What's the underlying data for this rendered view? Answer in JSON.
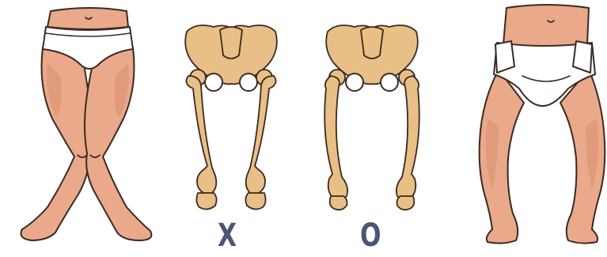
{
  "labels": {
    "knock_knee": "X",
    "bow_leg": "O"
  },
  "colors": {
    "skin": "#e9a98a",
    "skin_shadow": "#d98f70",
    "outline": "#3b2a22",
    "bone": "#e8bf86",
    "bone_shadow": "#cf9d5e",
    "underwear": "#ffffff",
    "label": "#4a5577"
  },
  "icons": [
    "knock-knee-legs-illustration",
    "knock-knee-skeleton-icon",
    "bow-leg-skeleton-icon",
    "bow-leg-diaper-legs-illustration"
  ]
}
